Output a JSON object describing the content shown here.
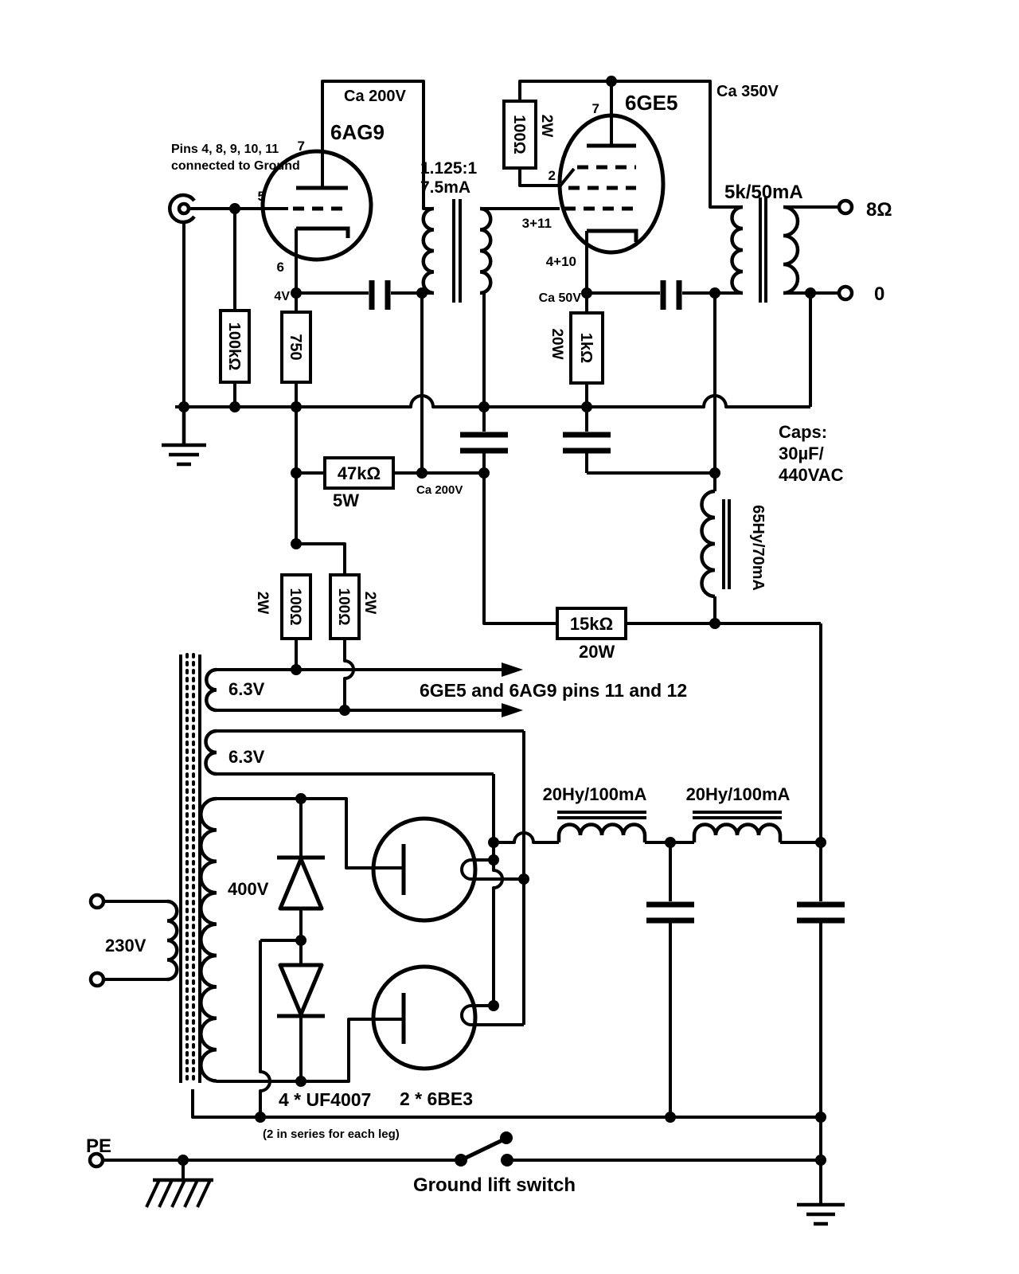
{
  "title": "Tube amplifier schematic (6AG9 / 6GE5 parafeed amp with 6BE3 hybrid rectifier)",
  "labels": {
    "pins_note_1": "Pins 4, 8, 9, 10, 11",
    "pins_note_2": "connected to Ground",
    "v1_name": "6AG9",
    "v1_plate_note": "Ca 200V",
    "v1_pin7": "7",
    "v1_pin5": "5",
    "v1_pin6": "6",
    "v1_bias": "4V",
    "r_grid": "100kΩ",
    "r_cat1": "750",
    "it_ratio": "1.125:1",
    "it_current": "7.5mA",
    "v2_name": "6GE5",
    "v2_pin7": "7",
    "v2_pin2": "2",
    "v2_pin3_11": "3+11",
    "v2_pin4_10": "4+10",
    "v2_cath_note": "Ca 50V",
    "b_plus_note": "Ca 350V",
    "r_screen": "100Ω",
    "r_screen_w": "2W",
    "r_cat2": "1kΩ",
    "r_cat2_w": "20W",
    "opt_rating": "5k/50mA",
    "out_8ohm": "8Ω",
    "out_0": "0",
    "r_47k": "47kΩ",
    "r_47k_w": "5W",
    "node_200v": "Ca 200V",
    "caps_note_1": "Caps:",
    "caps_note_2": "30µF/",
    "caps_note_3": "440VAC",
    "choke_65hy": "65Hy/70mA",
    "r_15k": "15kΩ",
    "r_15k_w": "20W",
    "r_hum_l": "100Ω",
    "r_hum_l_w": "2W",
    "r_hum_r": "100Ω",
    "r_hum_r_w": "2W",
    "heater_1": "6.3V",
    "heater_2": "6.3V",
    "heater_note": "6GE5 and 6AG9 pins 11 and 12",
    "mains": "230V",
    "hv_winding": "400V",
    "choke_1": "20Hy/100mA",
    "choke_2": "20Hy/100mA",
    "diodes": "4 * UF4007",
    "diodes_note": "(2 in series for each leg)",
    "rect_tubes": "2 * 6BE3",
    "pe": "PE",
    "ground_lift": "Ground lift switch"
  }
}
